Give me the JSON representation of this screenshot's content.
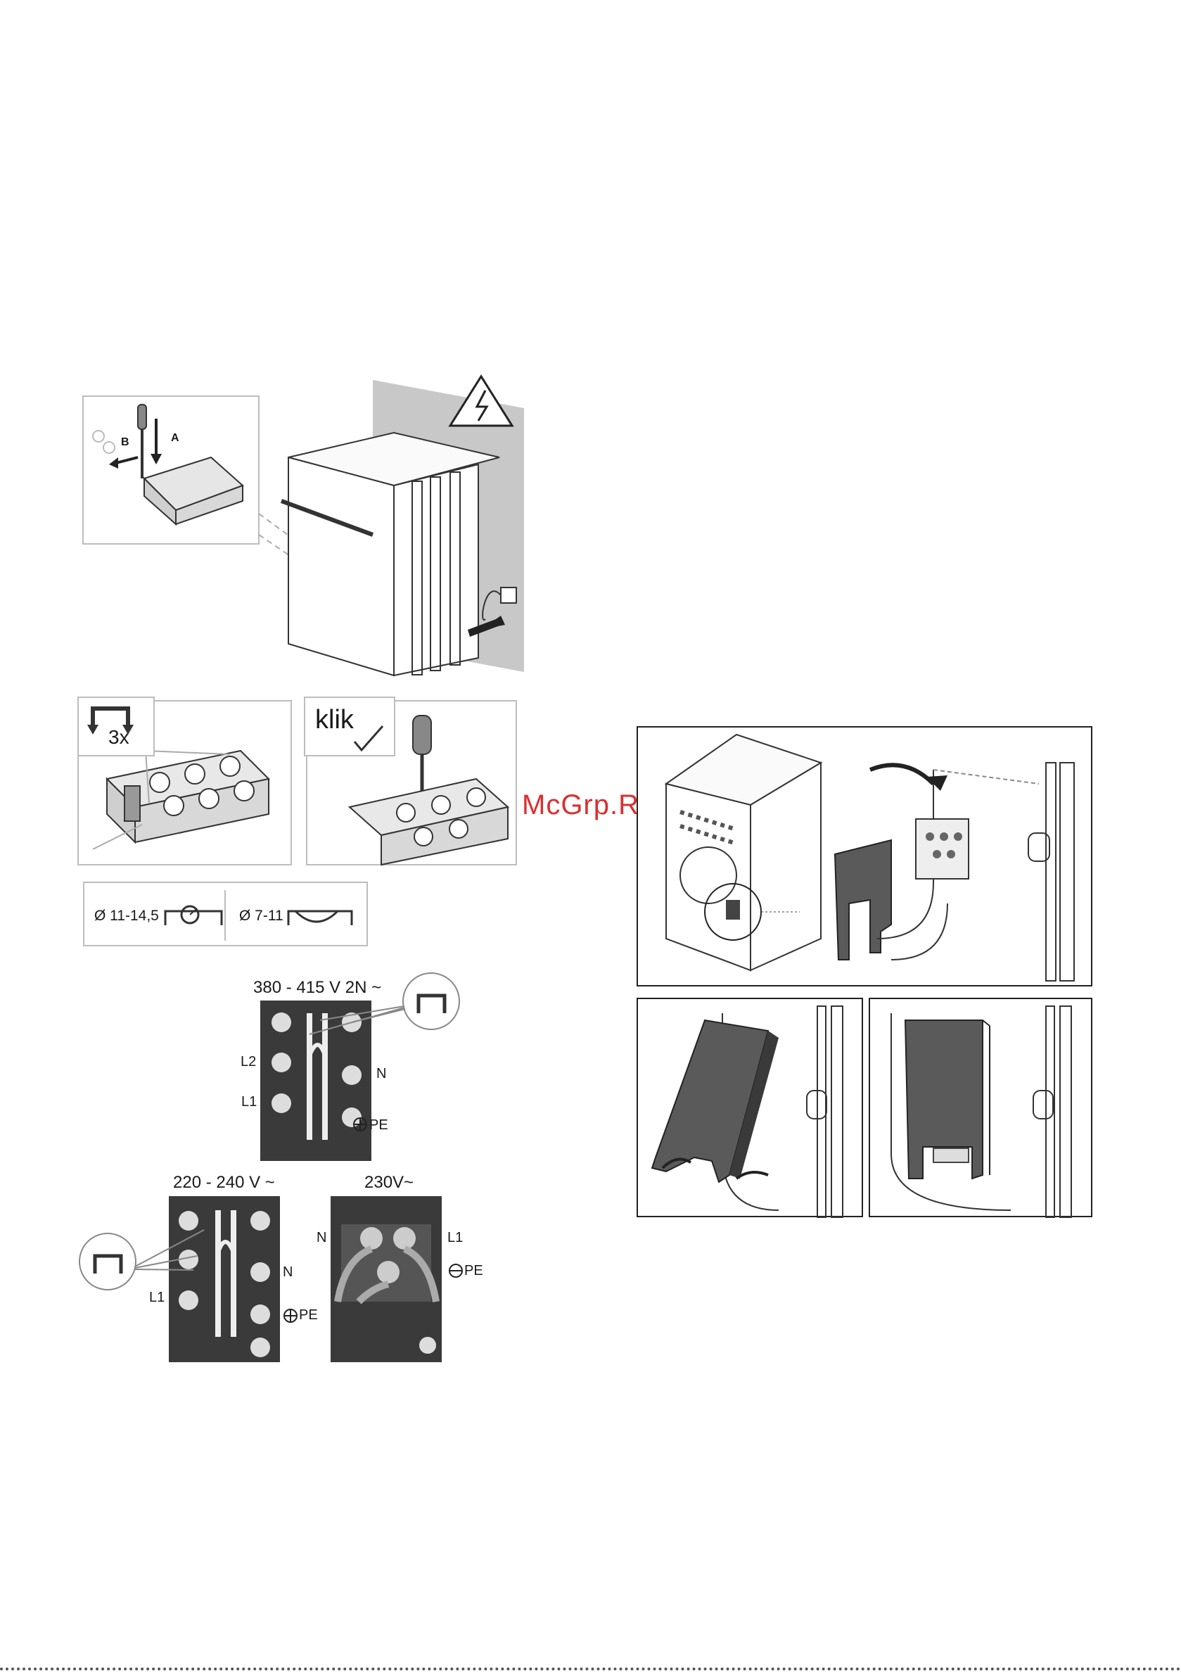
{
  "watermark": "McGrp.Ru",
  "fig_connection_box": {
    "marker_a": "A",
    "marker_b": "B"
  },
  "fig_clamp_count": {
    "badge": "3x"
  },
  "fig_click": {
    "badge": "klik"
  },
  "fig_cable_diameters": {
    "large": "Ø 11-14,5",
    "small": "Ø 7-11"
  },
  "wiring_380": {
    "title": "380 - 415 V 2N ~",
    "terminals": [
      "L2",
      "L1",
      "N",
      "PE"
    ]
  },
  "wiring_220": {
    "title": "220 - 240 V ~",
    "terminals": [
      "L1",
      "N",
      "PE"
    ]
  },
  "wiring_230": {
    "title": "230V~",
    "terminals": [
      "N",
      "L1",
      "PE"
    ]
  },
  "colors": {
    "terminal_block": "#3a3a3a",
    "cover": "#5a5a5a",
    "wall": "#c8c8c8",
    "watermark": "#d93030"
  }
}
